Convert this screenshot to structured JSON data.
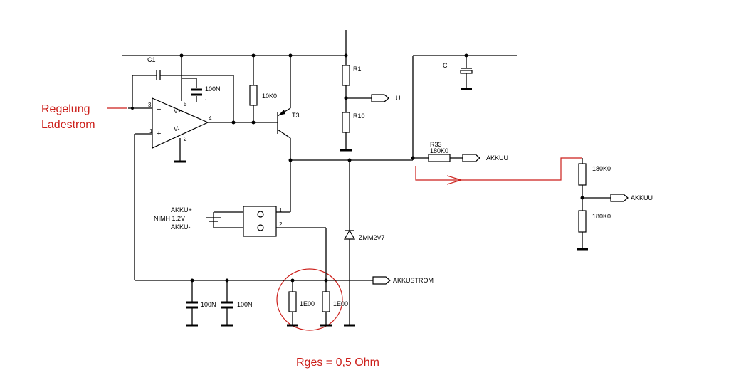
{
  "annotations": {
    "regelung_line1": "Regelung",
    "regelung_line2": "Ladestrom",
    "rges": "Rges = 0,5 Ohm"
  },
  "labels": {
    "c1": "C1",
    "c2": "C",
    "c_100n_top": "100N",
    "r_10k": "10K0",
    "r1": "R1",
    "r10": "R10",
    "t3": "T3",
    "out_u": "U",
    "r33": "R33",
    "r33_val": "180K0",
    "out_akkuu": "AKKUU",
    "r_right_top": "180K0",
    "r_right_bot": "180K0",
    "out_akkuu_right": "AKKUU",
    "akku_plus": "AKKU+",
    "nimh": "NIMH 1.2V",
    "akku_minus": "AKKU-",
    "zener": "ZMM2V7",
    "out_akkustrom": "AKKUSTROM",
    "c_100n_a": "100N",
    "c_100n_b": "100N",
    "r_1e00_a": "1E00",
    "r_1e00_b": "1E00",
    "opamp_minus": "−",
    "opamp_plus": "+",
    "opamp_vplus": "V+",
    "opamp_vminus": "V-"
  },
  "pins": {
    "p3": "3",
    "p1": "1",
    "p5": "5",
    "p4": "4",
    "p2": "2",
    "conn1": "1",
    "conn2": "2"
  },
  "colors": {
    "annotation": "#cc1f1a",
    "wire": "#000000"
  }
}
